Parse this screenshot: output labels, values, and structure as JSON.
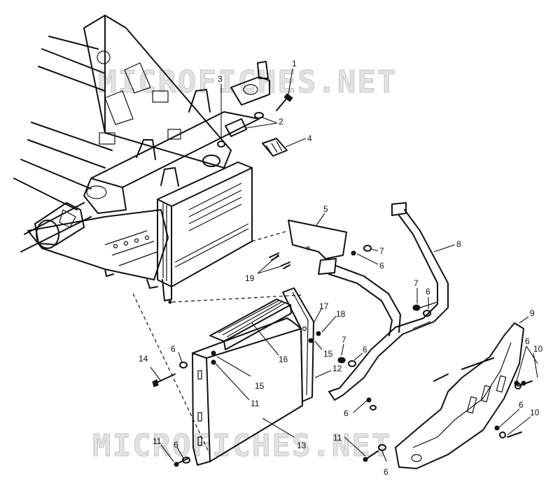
{
  "watermarks": [
    "MICROFICHES.NET",
    "MICROFICHES.NET"
  ],
  "callouts": [
    {
      "id": "c1",
      "text": "1"
    },
    {
      "id": "c2",
      "text": "2"
    },
    {
      "id": "c3",
      "text": "3"
    },
    {
      "id": "c4",
      "text": "4"
    },
    {
      "id": "c5",
      "text": "5"
    },
    {
      "id": "c6a",
      "text": "6"
    },
    {
      "id": "c7a",
      "text": "7"
    },
    {
      "id": "c8",
      "text": "8"
    },
    {
      "id": "c19",
      "text": "19"
    },
    {
      "id": "c7b",
      "text": "7"
    },
    {
      "id": "c6b",
      "text": "6"
    },
    {
      "id": "c9",
      "text": "9"
    },
    {
      "id": "c17",
      "text": "17"
    },
    {
      "id": "c18",
      "text": "18"
    },
    {
      "id": "c16",
      "text": "16"
    },
    {
      "id": "c15a",
      "text": "15"
    },
    {
      "id": "c12",
      "text": "12"
    },
    {
      "id": "c7c",
      "text": "7"
    },
    {
      "id": "c6c",
      "text": "6"
    },
    {
      "id": "c14",
      "text": "14"
    },
    {
      "id": "c6d",
      "text": "6"
    },
    {
      "id": "c15b",
      "text": "15"
    },
    {
      "id": "c11a",
      "text": "11"
    },
    {
      "id": "c6e",
      "text": "6"
    },
    {
      "id": "c10a",
      "text": "10"
    },
    {
      "id": "c6f",
      "text": "6"
    },
    {
      "id": "c10b",
      "text": "10"
    },
    {
      "id": "c6g",
      "text": "6"
    },
    {
      "id": "c13",
      "text": "13"
    },
    {
      "id": "c11b",
      "text": "11"
    },
    {
      "id": "c6h",
      "text": "6"
    },
    {
      "id": "c11c",
      "text": "11"
    },
    {
      "id": "c6i",
      "text": "6"
    }
  ]
}
